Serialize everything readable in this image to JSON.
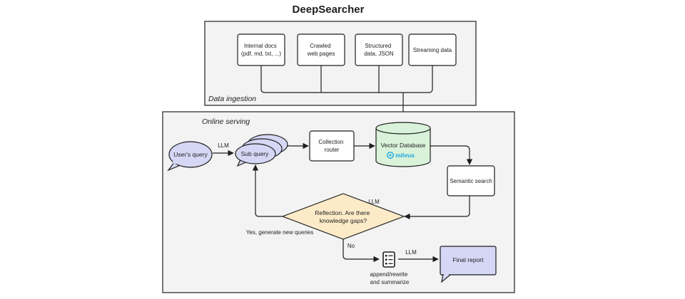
{
  "title": "DeepSearcher",
  "sections": {
    "ingestion": {
      "label": "Data ingestion"
    },
    "serving": {
      "label": "Online serving"
    }
  },
  "sources": [
    {
      "lines": [
        "Internal docs",
        "(pdf, md, txt, ...)"
      ]
    },
    {
      "lines": [
        "Crawled",
        "web pages"
      ]
    },
    {
      "lines": [
        "Structured",
        "data, JSON"
      ]
    },
    {
      "lines": [
        "Streaming data"
      ]
    }
  ],
  "nodes": {
    "users_query": "User's query",
    "sub_query": "Sub query",
    "collection_router": [
      "Collection",
      "router"
    ],
    "vector_db": "Vector Database",
    "milvus_logo": "milvus",
    "semantic_search": "Semantic search",
    "reflection": [
      "Reflection. Are there",
      "knowledge gaps?"
    ],
    "append": [
      "append/rewrite",
      "and summarize"
    ],
    "final_report": "Final report"
  },
  "edge_labels": {
    "llm_query_to_sub": "LLM",
    "llm_reflection": "LLM",
    "yes_branch": "Yes, generate new queries",
    "no_branch": "No",
    "llm_to_report": "LLM"
  },
  "colors": {
    "query_bubble": "#d6d6f5",
    "vector_db": "#d9f2d9",
    "reflection": "#fdebc8",
    "final_report": "#d6d6f5",
    "section_bg": "#f3f3f3",
    "milvus": "#1aa6e3"
  }
}
